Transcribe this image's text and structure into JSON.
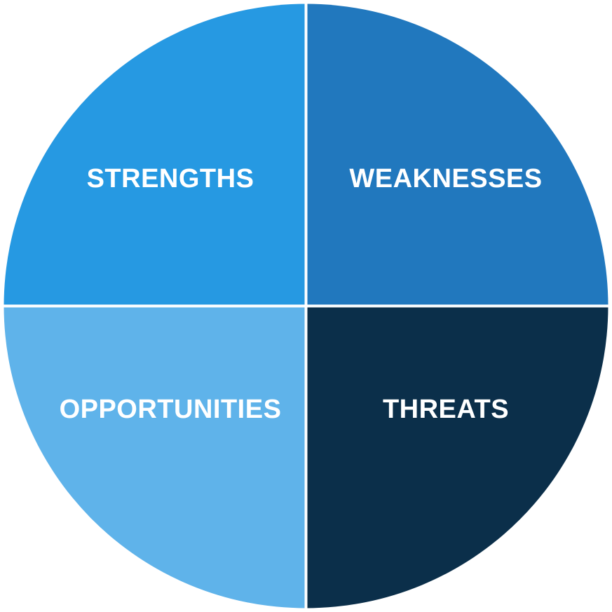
{
  "swot": {
    "quadrants": [
      {
        "key": "strengths",
        "label": "STRENGTHS",
        "color": "#2699e2"
      },
      {
        "key": "weaknesses",
        "label": "WEAKNESSES",
        "color": "#2178be"
      },
      {
        "key": "opportunities",
        "label": "OPPORTUNITIES",
        "color": "#5fb3ea"
      },
      {
        "key": "threats",
        "label": "THREATS",
        "color": "#0b2f4a"
      }
    ],
    "divider_color": "#ffffff"
  }
}
